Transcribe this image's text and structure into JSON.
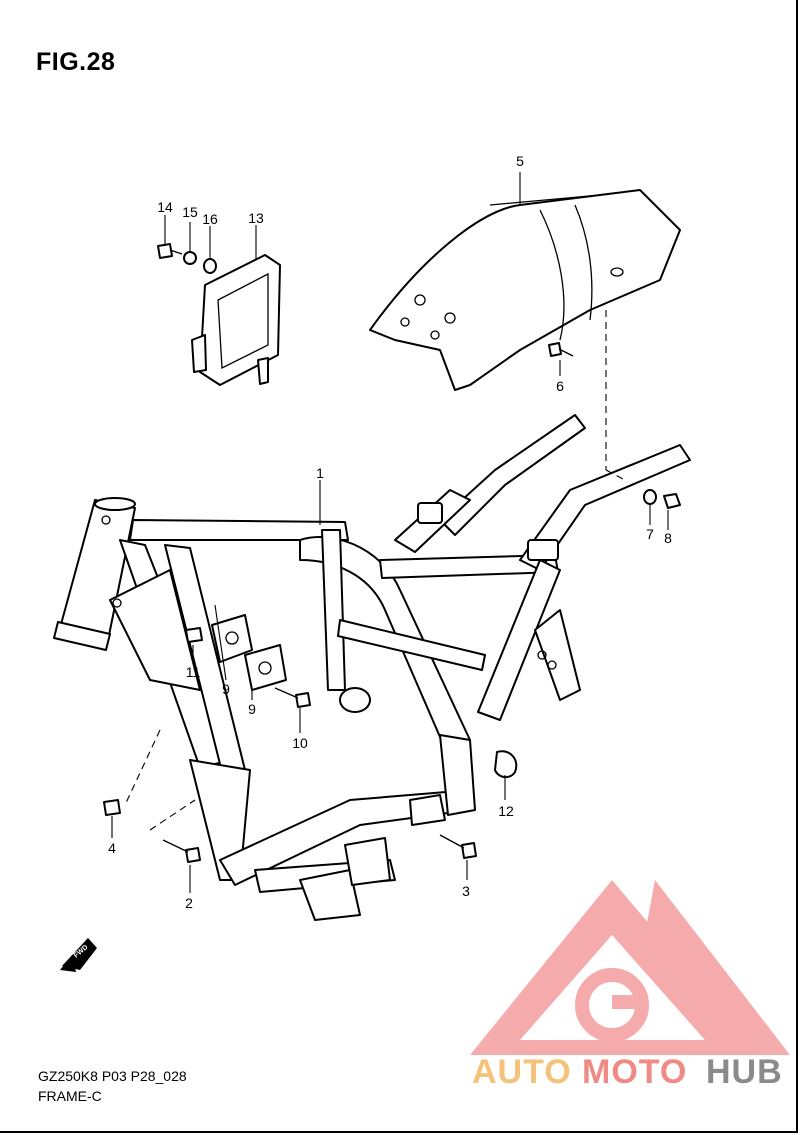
{
  "figure": {
    "title": "FIG.28"
  },
  "footer": {
    "model_code": "GZ250K8 P03 P28_028",
    "section_name": "FRAME-C"
  },
  "forward_label": "FWD",
  "callouts": [
    {
      "id": "c1",
      "label": "1"
    },
    {
      "id": "c2",
      "label": "2"
    },
    {
      "id": "c3",
      "label": "3"
    },
    {
      "id": "c4",
      "label": "4"
    },
    {
      "id": "c5",
      "label": "5"
    },
    {
      "id": "c6",
      "label": "6"
    },
    {
      "id": "c7",
      "label": "7"
    },
    {
      "id": "c8",
      "label": "8"
    },
    {
      "id": "c9a",
      "label": "9"
    },
    {
      "id": "c9b",
      "label": "9"
    },
    {
      "id": "c10",
      "label": "10"
    },
    {
      "id": "c11",
      "label": "11"
    },
    {
      "id": "c12",
      "label": "12"
    },
    {
      "id": "c13",
      "label": "13"
    },
    {
      "id": "c14",
      "label": "14"
    },
    {
      "id": "c15",
      "label": "15"
    },
    {
      "id": "c16",
      "label": "16"
    }
  ],
  "watermark": {
    "word_1": "AUTO",
    "word_2": "MOTO",
    "word_3": "HUB",
    "colors": {
      "auto": "#f6c27a",
      "moto": "#f08a84",
      "hub": "#8a8a8a",
      "logo": "#f4a3a3"
    }
  }
}
